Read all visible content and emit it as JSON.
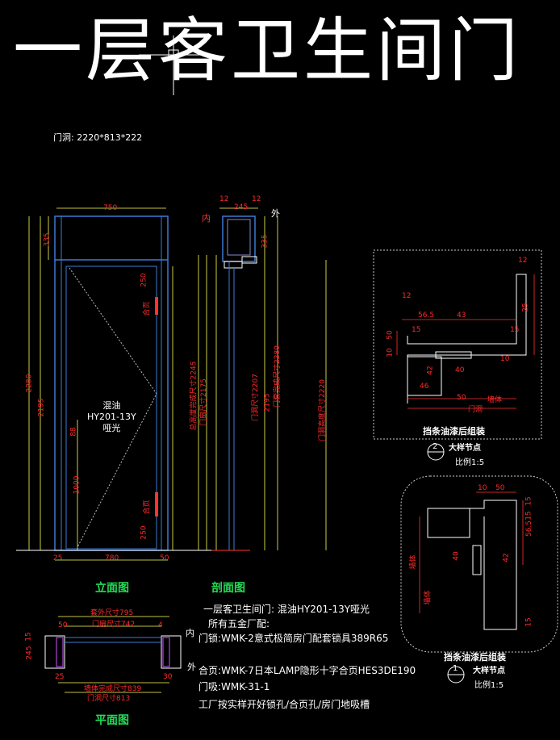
{
  "title": "一层客卫生间门",
  "door_size": "门洞: 2220*813*222",
  "elevation": {
    "dim_top_width": "750",
    "dim_bottom": [
      "25",
      "780",
      "50"
    ],
    "dim_left_heights": [
      "2280",
      "2195",
      "335"
    ],
    "dim_right_top": "250",
    "dim_right_bottom": "250",
    "hinge_label_top": "合页",
    "hinge_label_bottom": "合页",
    "dim_mid_a": "88",
    "dim_mid_b": "1000",
    "finish": [
      "混油",
      "HY201-13Y",
      "哑光"
    ],
    "label": "立面图"
  },
  "section": {
    "dims_top": [
      "12",
      "245",
      "12"
    ],
    "in": "内",
    "out": "外",
    "dim_side": "335",
    "dims_vertical": [
      "总高度完成尺寸2245",
      "门扇尺寸2175",
      "门洞尺寸2207",
      "门套完成尺寸2280",
      "2195",
      "门洞高度尺寸2220"
    ],
    "label": "剖面图"
  },
  "plan": {
    "dims_top": [
      "套外尺寸795",
      "门扇尺寸742"
    ],
    "dims_bottom": [
      "墙体完成尺寸839",
      "门洞尺寸813"
    ],
    "side_a": "15",
    "side_b": "245",
    "small": [
      "4",
      "25",
      "30",
      "50"
    ],
    "in": "内",
    "out": "外",
    "label": "平面图"
  },
  "detail1": {
    "dims": [
      "12",
      "56.5",
      "43",
      "15",
      "15",
      "50",
      "10",
      "42",
      "40",
      "46",
      "50",
      "墙体",
      "12",
      "10",
      "25",
      "门洞"
    ],
    "caption": "挡条油漆后组装",
    "num": "2",
    "node": "大样节点",
    "scale": "比例1:5"
  },
  "detail2": {
    "dims": [
      "10",
      "50",
      "15",
      "15",
      "15",
      "56.5",
      "40",
      "42",
      "墙体",
      "墙体"
    ],
    "caption": "挡条油漆后组装",
    "num": "1",
    "node": "大样节点",
    "scale": "比例1:5"
  },
  "notes": [
    "一层客卫生间门: 混油HY201-13Y哑光",
    "所有五金厂配:",
    "门锁:WMK-2意式极简房门配套锁具389R65",
    "合页:WMK-7日本LAMP隐形十字合页HES3DE190",
    "门吸:WMK-31-1",
    "工厂按实样开好锁孔/合页孔/房门地吸槽"
  ]
}
